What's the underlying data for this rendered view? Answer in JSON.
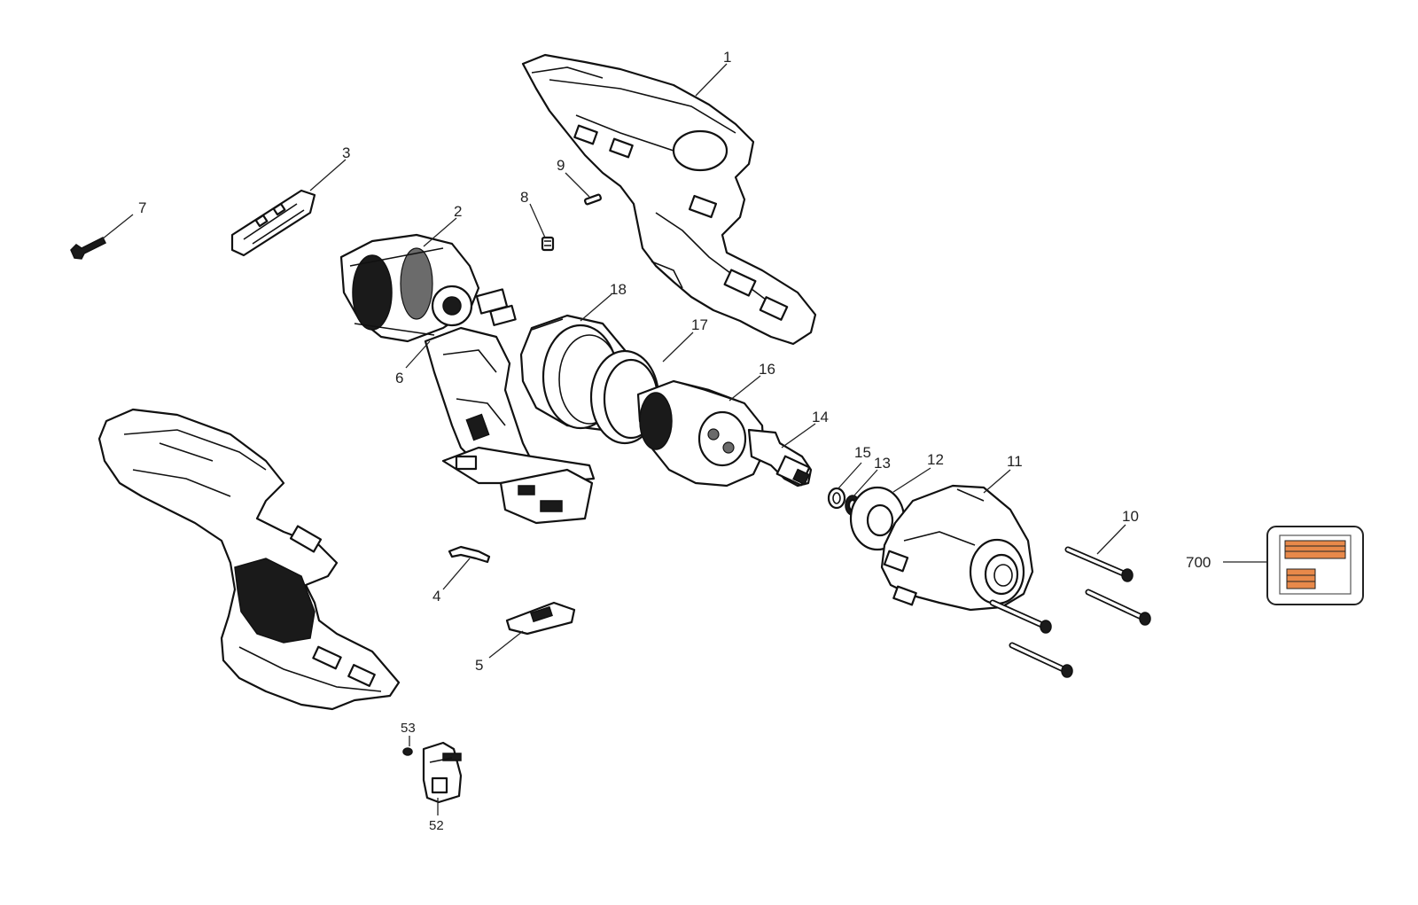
{
  "diagram": {
    "callouts": {
      "c1": "1",
      "c2": "2",
      "c3": "3",
      "c4": "4",
      "c5": "5",
      "c6": "6",
      "c7": "7",
      "c8": "8",
      "c9": "9",
      "c10": "10",
      "c11": "11",
      "c12": "12",
      "c13": "13",
      "c14": "14",
      "c15": "15",
      "c16": "16",
      "c17": "17",
      "c18": "18",
      "c52": "52",
      "c53": "53",
      "c700": "700"
    },
    "colors": {
      "line": "#111111",
      "label_accent": "#e8894a",
      "background": "#ffffff"
    }
  }
}
